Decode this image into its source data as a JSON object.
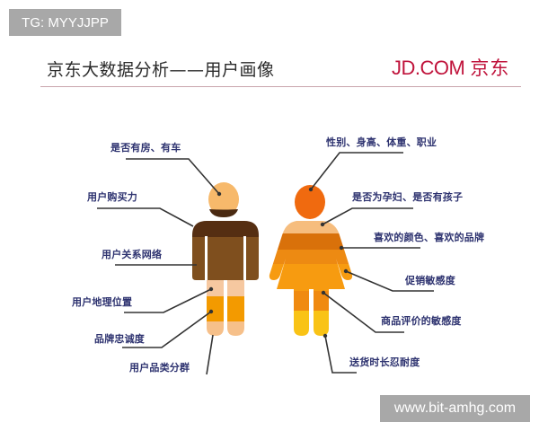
{
  "watermarks": {
    "top": "TG: MYYJJPP",
    "bottom": "www.bit-amhg.com"
  },
  "header": {
    "title": "京东大数据分析——用户画像",
    "logo_text": "JD.COM",
    "logo_cn": "京东",
    "logo_color": "#c0143c"
  },
  "male_figure": {
    "colors": {
      "head": "#f7b96b",
      "hair": "#4a2a12",
      "shoulders": "#552e12",
      "torso": "#7f4f1e",
      "thighs": "#f6c8a0",
      "knees": "#f39a00",
      "calves": "#f6c08a"
    },
    "labels": [
      "是否有房、有车",
      "用户购买力",
      "用户关系网络",
      "用户地理位置",
      "品牌忠诚度",
      "用户品类分群"
    ]
  },
  "female_figure": {
    "colors": {
      "head": "#f06a0f",
      "chest": "#f6bd7e",
      "waist": "#d9710a",
      "hips": "#ed8a12",
      "skirt": "#f79b10",
      "legs": "#f08a10",
      "feet": "#f9c316"
    },
    "labels": [
      "性别、身高、体重、职业",
      "是否为孕妇、是否有孩子",
      "喜欢的颜色、喜欢的品牌",
      "促销敏感度",
      "商品评价的敏感度",
      "送货时长忍耐度"
    ]
  }
}
